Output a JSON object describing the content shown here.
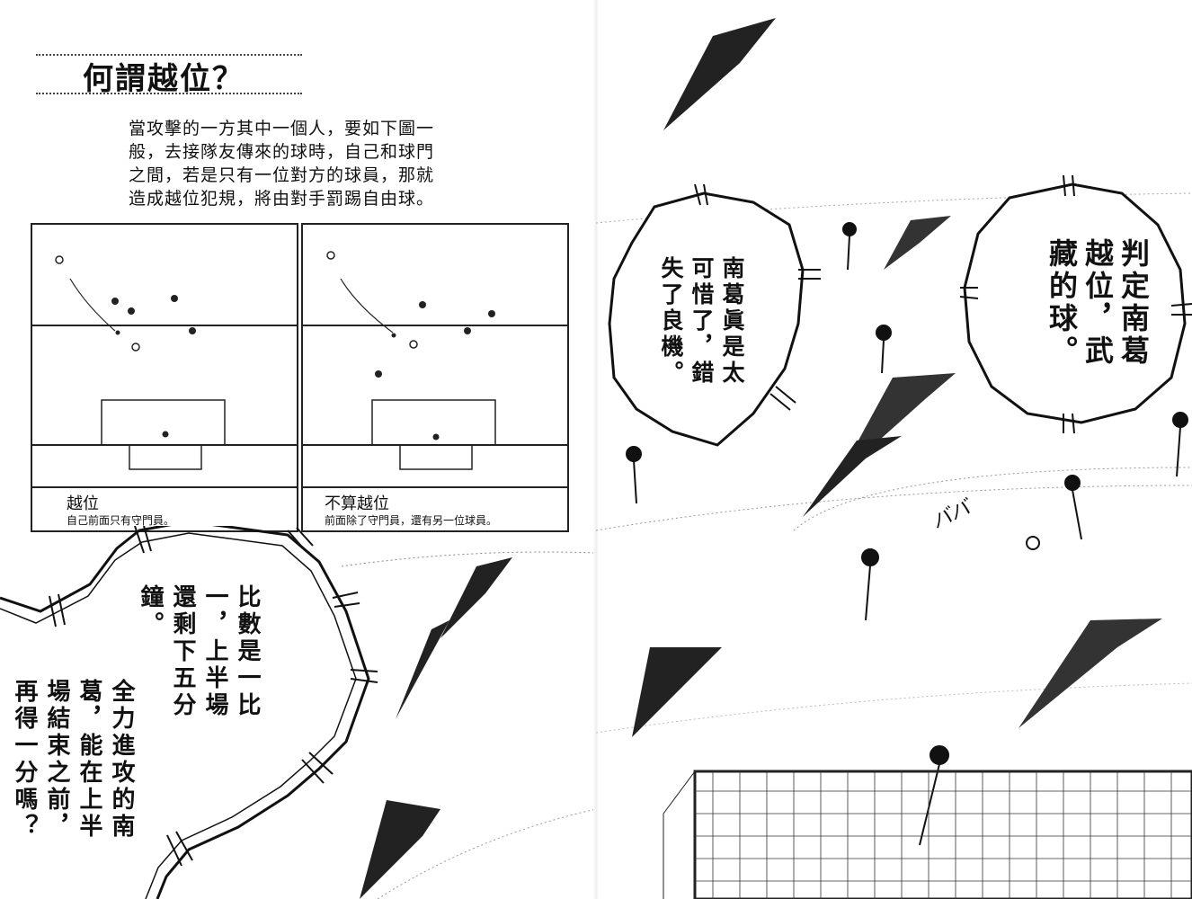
{
  "explainer": {
    "title": "何謂越位？",
    "intro_lines": [
      "當攻擊的一方其中一個人，要如下圖一",
      "般，去接隊友傳來的球時，自己和球門",
      "之間，若是只有一位對方的球員，那就",
      "造成越位犯規，將由對手罰踢自由球。"
    ],
    "diagrams": [
      {
        "title": "越位",
        "note": "自己前面只有守門員。"
      },
      {
        "title": "不算越位",
        "note": "前面除了守門員，還有另一位球員。"
      }
    ]
  },
  "speech": {
    "left_score": [
      "比數是一比",
      "一，上半場",
      "還剩下五分",
      "鐘。"
    ],
    "left_question": [
      "全力進攻的南",
      "葛，能在上半",
      "場結束之前，",
      "再得一分嗎？"
    ],
    "right_pity": [
      "南葛眞是太",
      "可惜了，錯",
      "失了良機。"
    ],
    "right_offside": [
      "判定南葛",
      "越位，武",
      "藏的球。"
    ]
  },
  "sfx": {
    "ball_sound": "ババ"
  }
}
